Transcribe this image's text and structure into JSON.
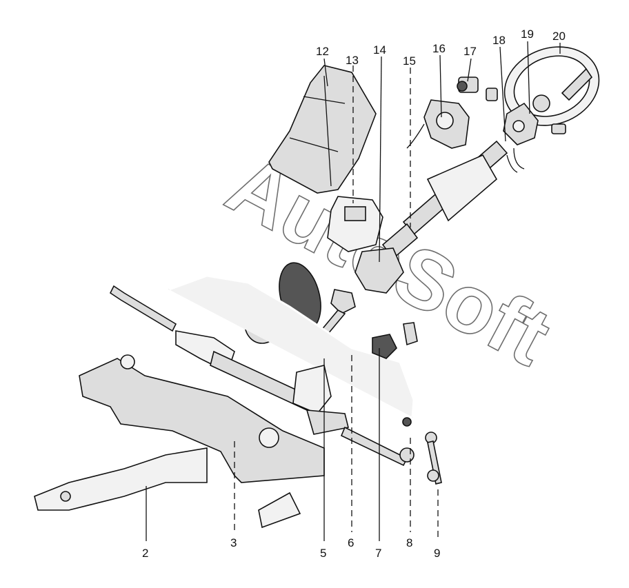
{
  "watermark": "AutoSoft",
  "callouts": {
    "c2": "2",
    "c3": "3",
    "c5": "5",
    "c6": "6",
    "c7": "7",
    "c8": "8",
    "c9": "9",
    "c12": "12",
    "c13": "13",
    "c14": "14",
    "c15": "15",
    "c16": "16",
    "c17": "17",
    "c18": "18",
    "c19": "19",
    "c20": "20"
  }
}
